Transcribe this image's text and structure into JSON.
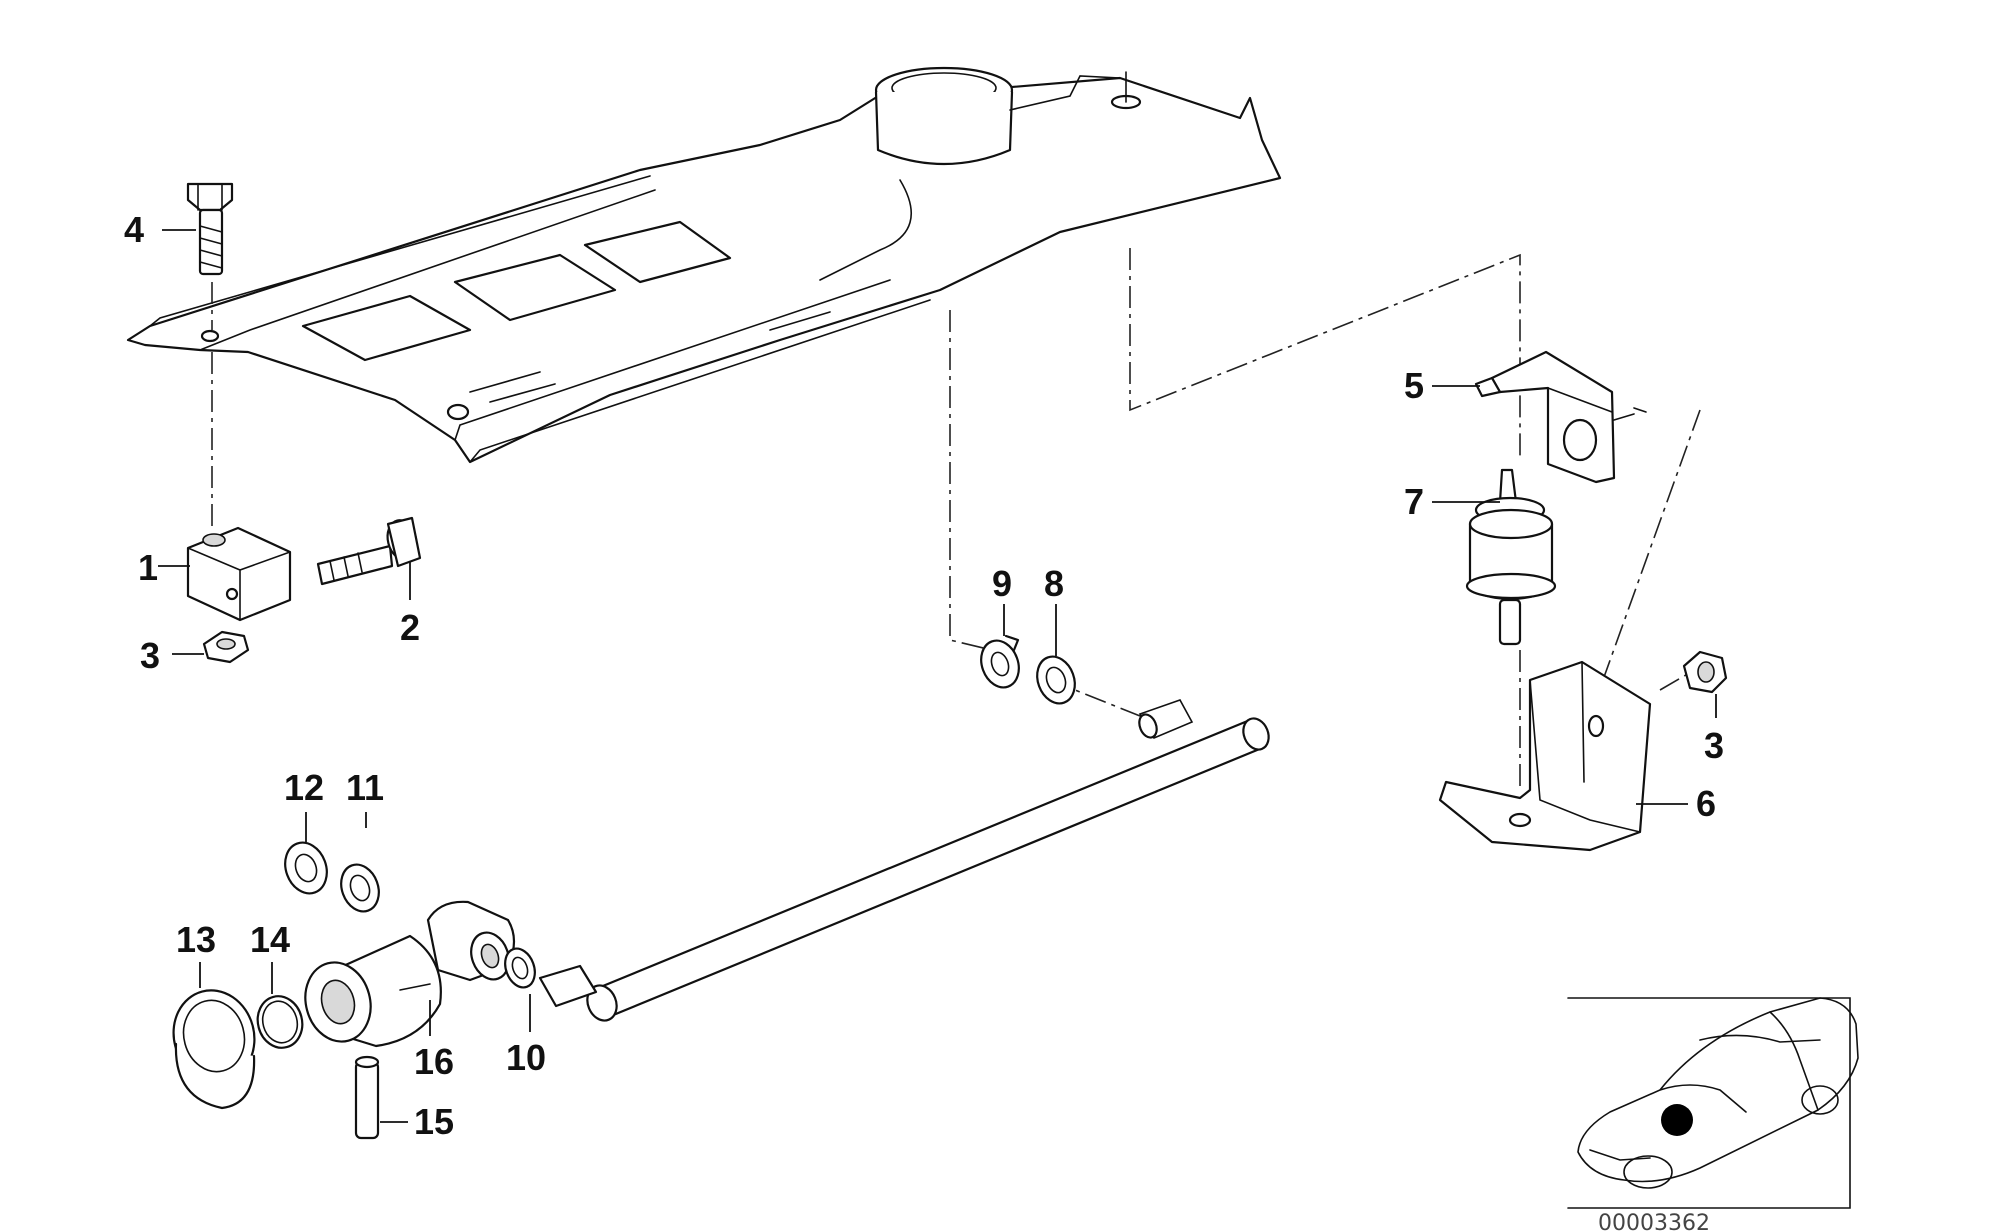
{
  "diagram": {
    "callouts": [
      {
        "id": "c4",
        "label": "4"
      },
      {
        "id": "c1",
        "label": "1"
      },
      {
        "id": "c2",
        "label": "2"
      },
      {
        "id": "c3a",
        "label": "3"
      },
      {
        "id": "c9",
        "label": "9"
      },
      {
        "id": "c8",
        "label": "8"
      },
      {
        "id": "c5",
        "label": "5"
      },
      {
        "id": "c7",
        "label": "7"
      },
      {
        "id": "c3b",
        "label": "3"
      },
      {
        "id": "c6",
        "label": "6"
      },
      {
        "id": "c12",
        "label": "12"
      },
      {
        "id": "c11",
        "label": "11"
      },
      {
        "id": "c13",
        "label": "13"
      },
      {
        "id": "c14",
        "label": "14"
      },
      {
        "id": "c16",
        "label": "16"
      },
      {
        "id": "c10",
        "label": "10"
      },
      {
        "id": "c15",
        "label": "15"
      }
    ],
    "reference_number": "00003362",
    "locator_marker_color": "#000000"
  }
}
